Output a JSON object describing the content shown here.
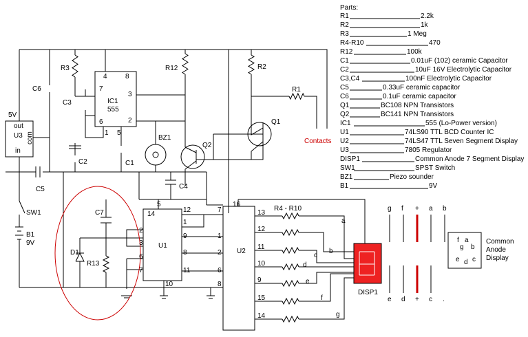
{
  "parts_heading": "Parts:",
  "parts": [
    {
      "ref": "R1",
      "value": "2.2k"
    },
    {
      "ref": "R2",
      "value": "1k"
    },
    {
      "ref": "R3",
      "value": "1 Meg"
    },
    {
      "ref": "R4-R10",
      "value": "470"
    },
    {
      "ref": "R12",
      "value": "100k"
    },
    {
      "ref": "C1",
      "value": "0.01uF (102)  ceramic Capacitor"
    },
    {
      "ref": "C2",
      "value": "10uF   16V Electrolytic Capacitor"
    },
    {
      "ref": "C3,C4",
      "value": "100nF Electrolytic Capacitor"
    },
    {
      "ref": "C5",
      "value": "0.33uF ceramic capacitor"
    },
    {
      "ref": "C6",
      "value": "0.1uF ceramic capacitor"
    },
    {
      "ref": "Q1",
      "value": "BC108  NPN Transistors"
    },
    {
      "ref": "Q2",
      "value": "BC141  NPN Transistors"
    },
    {
      "ref": "IC1",
      "value": "555 (Lo-Power version)"
    },
    {
      "ref": "U1",
      "value": "74LS90 TTL BCD Counter IC"
    },
    {
      "ref": "U2",
      "value": "74LS47 TTL Seven Segment Display"
    },
    {
      "ref": "U3",
      "value": "7805 Regulator"
    },
    {
      "ref": "DISP1",
      "value": "Common Anode 7 Segment Display"
    },
    {
      "ref": "SW1",
      "value": "SPST Switch"
    },
    {
      "ref": "BZ1",
      "value": "Piezo sounder"
    },
    {
      "ref": "B1",
      "value": "9V"
    }
  ],
  "labels": {
    "u3": "U3",
    "u3_out": "out",
    "u3_com": "com",
    "u3_in": "in",
    "v5": "5V",
    "c6": "C6",
    "r3": "R3",
    "c3": "C3",
    "ic1": "IC1",
    "ic1_part": "555",
    "r12": "R12",
    "r2": "R2",
    "r1": "R1",
    "q1": "Q1",
    "q2": "Q2",
    "contacts": "Contacts",
    "bz1": "BZ1",
    "c1": "C1",
    "c2": "C2",
    "c4": "C4",
    "c5": "C5",
    "sw1": "SW1",
    "b1": "B1",
    "b1v": "9V",
    "c7": "C7",
    "d1": "D1",
    "r13": "R13",
    "u1": "U1",
    "u2": "U2",
    "r4r10": "R4 - R10",
    "disp1": "DISP1",
    "ic1_pins": [
      "4",
      "8",
      "7",
      "3",
      "6",
      "2",
      "1",
      "5"
    ],
    "u1_pins": [
      "14",
      "12",
      "1",
      "9",
      "8",
      "11",
      "10",
      "2",
      "3",
      "6",
      "7",
      "5"
    ],
    "u2_pins": [
      "16",
      "7",
      "1",
      "2",
      "6",
      "8",
      "13",
      "12",
      "11",
      "10",
      "9",
      "15",
      "14"
    ],
    "segs_out": [
      "a",
      "b",
      "c",
      "d",
      "e",
      "f",
      "g"
    ],
    "top_pins": [
      "g",
      "f",
      "+",
      "a",
      "b"
    ],
    "bot_pins": [
      "e",
      "d",
      "+",
      "c",
      "."
    ],
    "legend": [
      "Common",
      "Anode",
      "Display"
    ],
    "legend_segs": [
      "f",
      "a",
      "g",
      "b",
      "e",
      "c",
      "d"
    ]
  },
  "colors": {
    "wire": "#000000",
    "accent": "#cc0000",
    "display_fill": "#ee2222"
  }
}
